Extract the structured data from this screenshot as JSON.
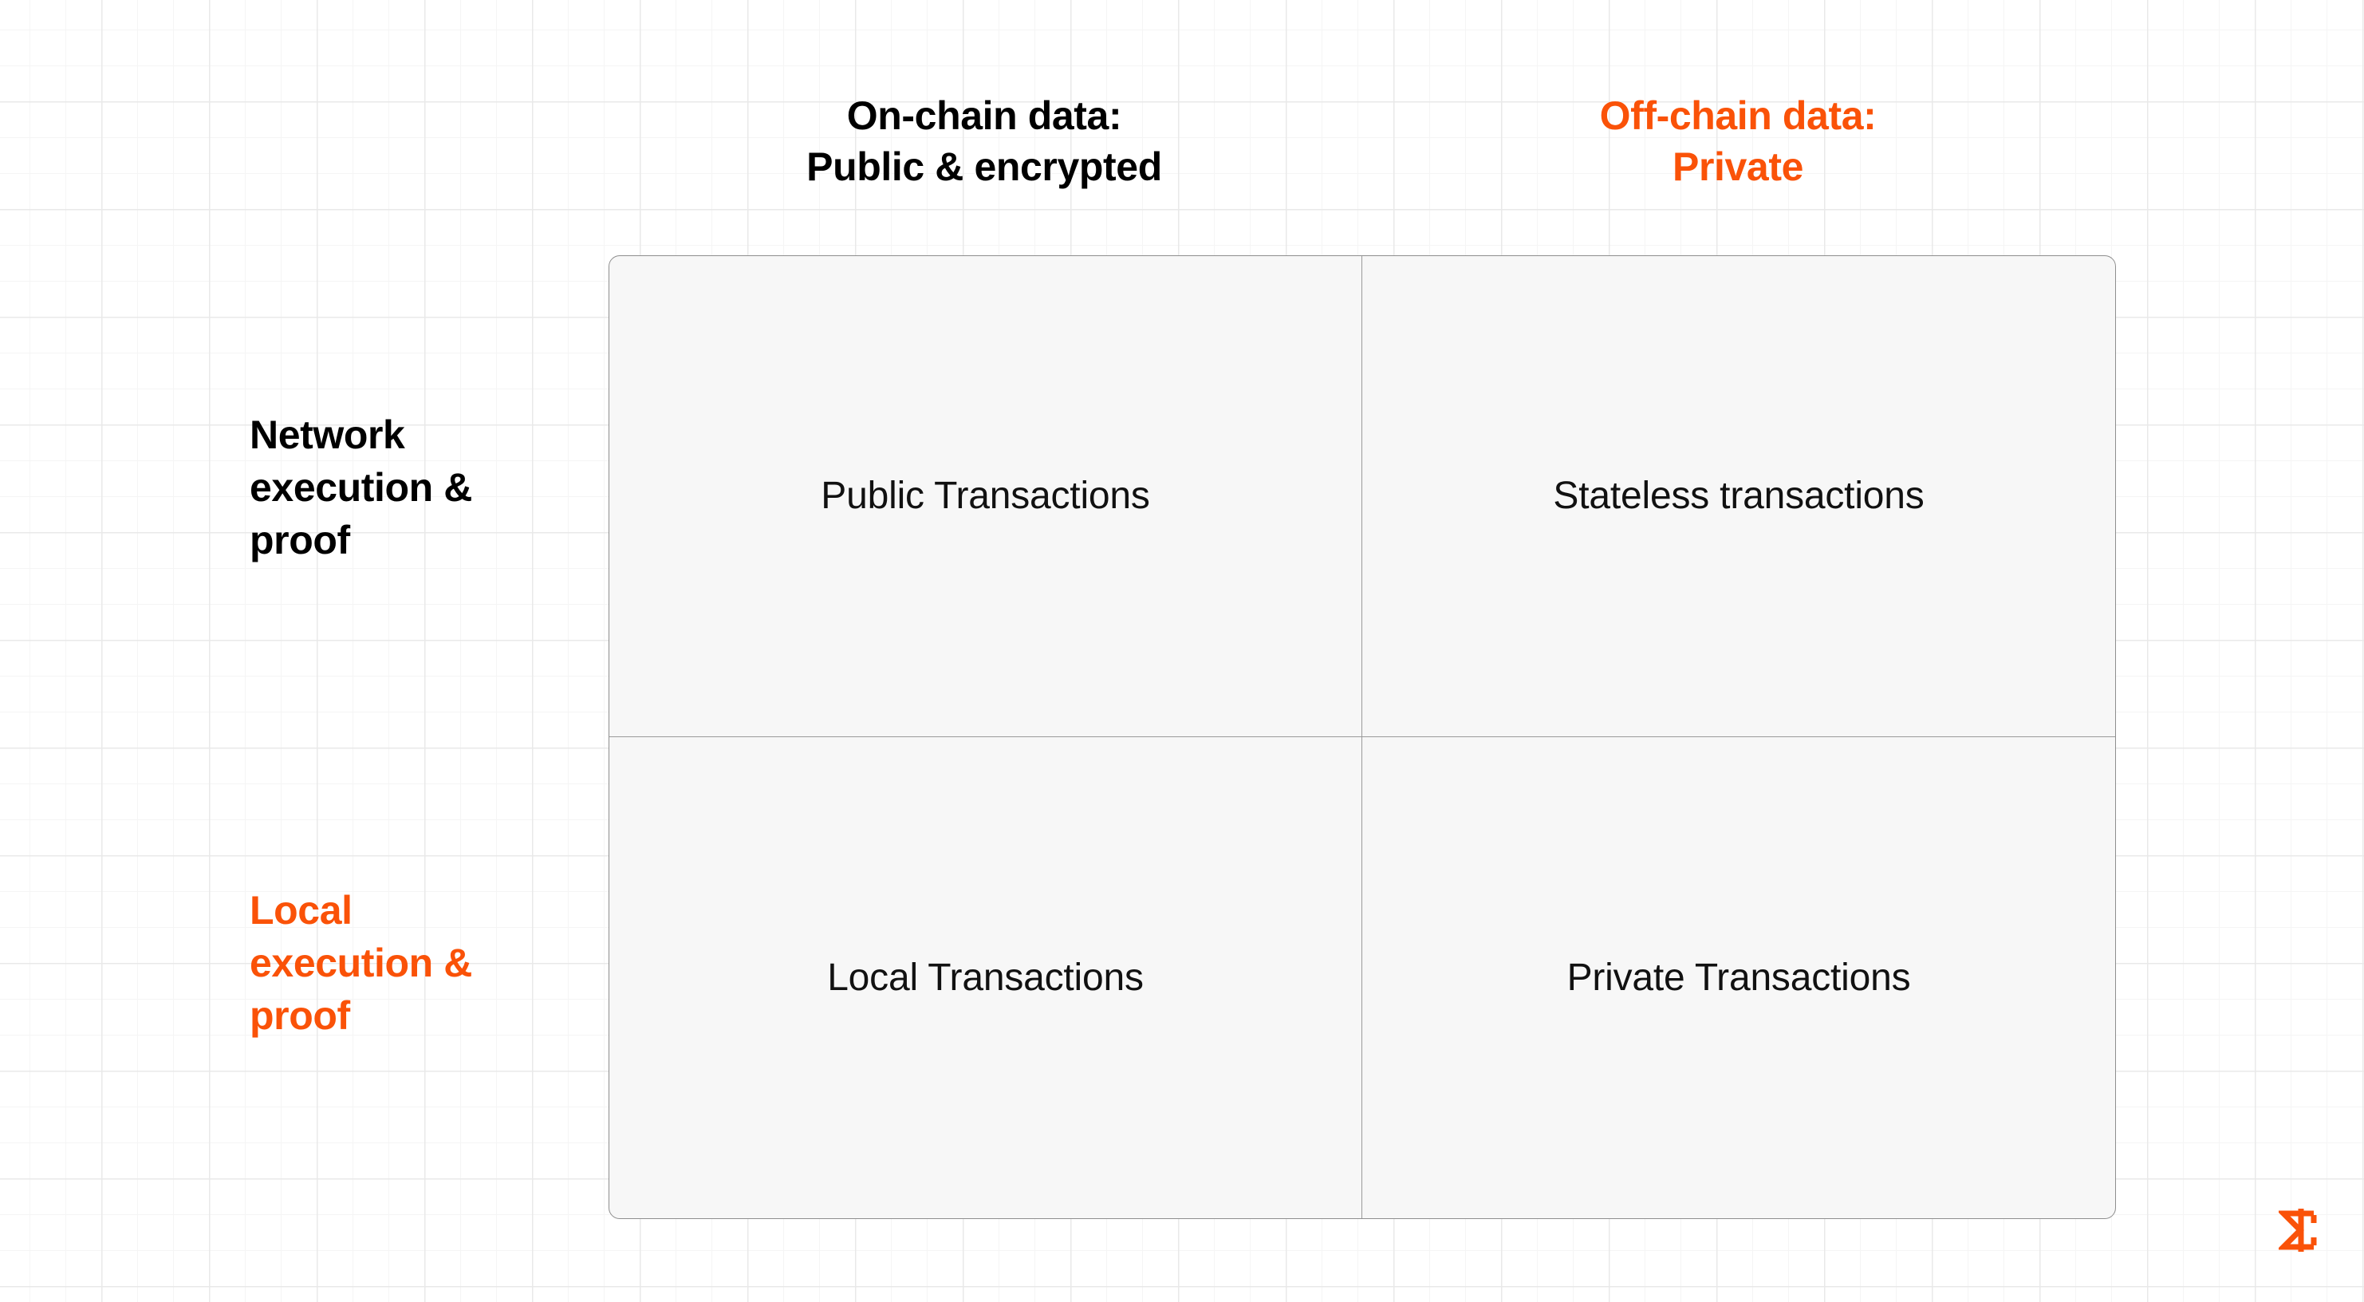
{
  "page": {
    "background": "#ffffff",
    "grid_line_color": "#e9e9e9",
    "accent_color": "#FA5208",
    "text_color": "#000000"
  },
  "matrix": {
    "column_headers": [
      {
        "text": "On-chain data:\nPublic & encrypted",
        "color": "#000000"
      },
      {
        "text": "Off-chain data:\nPrivate",
        "color": "#FA5208"
      }
    ],
    "row_headers": [
      {
        "text": "Network\nexecution &\nproof",
        "color": "#000000"
      },
      {
        "text": "Local\nexecution &\nproof",
        "color": "#FA5208"
      }
    ],
    "cells": [
      [
        {
          "label": "Public Transactions"
        },
        {
          "label": "Stateless transactions"
        }
      ],
      [
        {
          "label": "Local Transactions"
        },
        {
          "label": "Private Transactions"
        }
      ]
    ],
    "card_background": "#f7f7f7",
    "card_border_color": "#8e8e8e"
  },
  "brand": {
    "logo_icon": "sigma-t-logo-icon",
    "logo_color": "#FA5208"
  }
}
